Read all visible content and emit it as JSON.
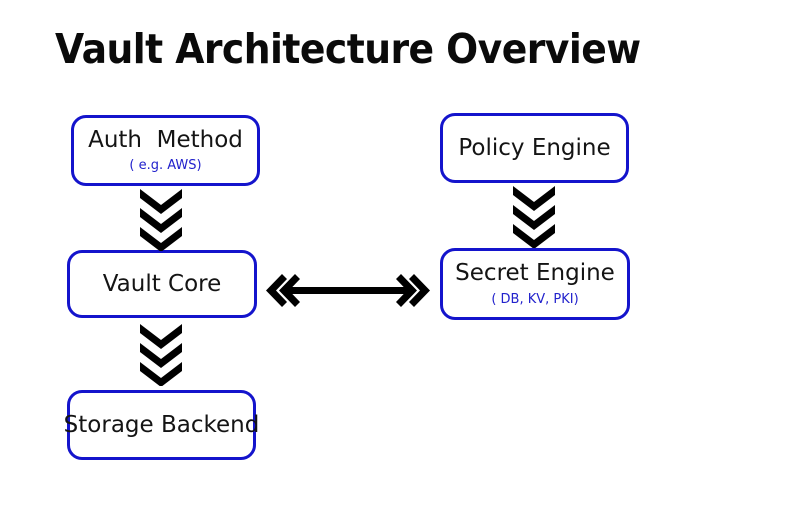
{
  "page": {
    "title": "Vault Architecture Overview",
    "background_color": "#ffffff",
    "box_border_color": "#1414cc",
    "box_text_color": "#141414",
    "subtitle_text_color": "#2222cc",
    "arrow_color": "#000000"
  },
  "diagram": {
    "type": "flow-diagram",
    "nodes": [
      {
        "id": "auth-method",
        "label": "Auth  Method",
        "sublabel": "( e.g. AWS)",
        "column": "left",
        "row": 1
      },
      {
        "id": "policy-engine",
        "label": "Policy Engine",
        "sublabel": "",
        "column": "right",
        "row": 1
      },
      {
        "id": "vault-core",
        "label": "Vault Core",
        "sublabel": "",
        "column": "left",
        "row": 2
      },
      {
        "id": "secret-engine",
        "label": "Secret Engine",
        "sublabel": "( DB, KV, PKI)",
        "column": "right",
        "row": 2
      },
      {
        "id": "storage-backend",
        "label": "Storage Backend",
        "sublabel": "",
        "column": "left",
        "row": 3
      }
    ],
    "connectors": [
      {
        "id": "auth-to-core",
        "from": "auth-method",
        "to": "vault-core",
        "direction": "down",
        "style": "triple-chevron"
      },
      {
        "id": "policy-to-secret",
        "from": "policy-engine",
        "to": "secret-engine",
        "direction": "down",
        "style": "triple-chevron"
      },
      {
        "id": "core-to-storage",
        "from": "vault-core",
        "to": "storage-backend",
        "direction": "down",
        "style": "triple-chevron"
      },
      {
        "id": "core-to-secret",
        "from": "vault-core",
        "to": "secret-engine",
        "direction": "bidirectional",
        "style": "double-headed-shaft"
      }
    ]
  }
}
